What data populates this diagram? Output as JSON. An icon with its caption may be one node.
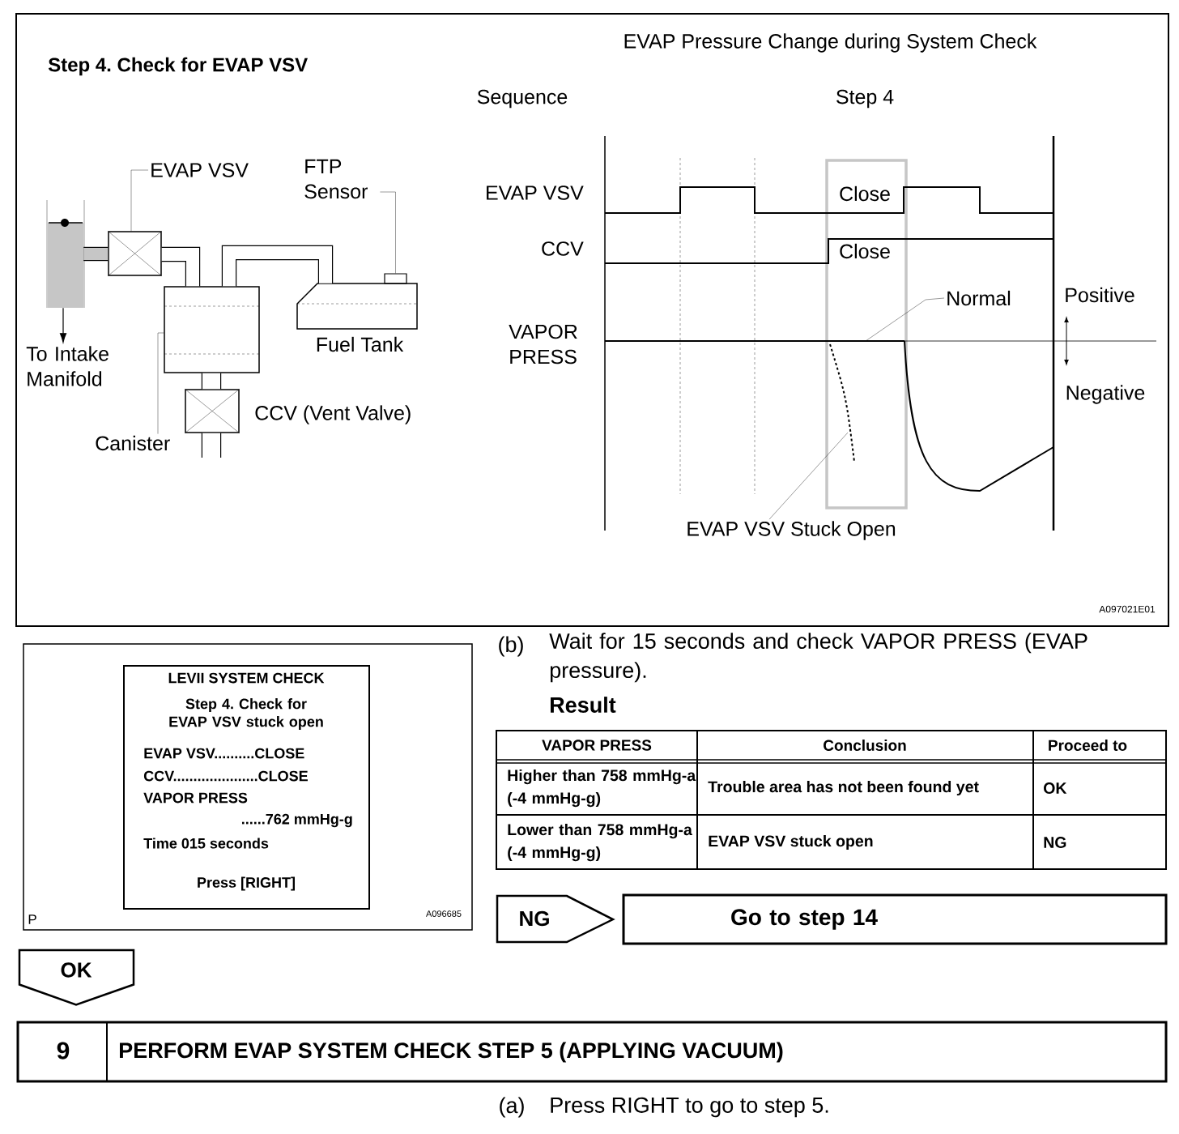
{
  "diagram": {
    "nodes": [
      {
        "text": [
          "EVAP VSV"
        ]
      },
      {
        "text": [],
        "shape": "box"
      },
      {
        "text": [],
        "shape": "box"
      },
      {
        "text": [
          "FTP Sensor"
        ]
      },
      {
        "text": [],
        "shape": "box"
      },
      {
        "text": [],
        "shape": "box"
      },
      {
        "text": [],
        "shape": "box",
        "beside": [
          "Fuel Tank"
        ]
      },
      {
        "text": [
          "To Intake Manifold"
        ]
      },
      {
        "text": [
          "Canister"
        ]
      },
      {
        "text": [],
        "shape": "box",
        "beside": [
          "CCV (Vent Valve)"
        ]
      },
      {
        "text": [
          "Normal"
        ]
      },
      {
        "text": [
          "EVAP VSV Stuck Open"
        ]
      },
      {
        "text": [
          "LEVII SYSTEM CHECK",
          "Step 4. Check for EVAP VSV stuck open",
          "EVAP VSV..........CLOSE",
          "CCV.....................CLOSE",
          "VAPOR PRESS",
          "......762 mmHg-g",
          "Time 015 seconds",
          "Press [RIGHT]"
        ]
      },
      {
        "text": [
          "NG"
        ]
      },
      {
        "text": [
          "Go to step 14"
        ]
      },
      {
        "text": [
          "9",
          "PERFORM EVAP SYSTEM CHECK STEP 5 (APPLYING VACUUM)"
        ]
      }
    ],
    "edges": [
      {
        "from": 0,
        "to": 2,
        "arrow": "none"
      },
      {
        "from": 3,
        "to": 4,
        "arrow": "none"
      },
      {
        "from": 8,
        "to": 5,
        "arrow": "none"
      },
      {
        "from": 10,
        "to": null,
        "arrow": "none"
      },
      {
        "from": 11,
        "to": null,
        "arrow": "none"
      },
      {
        "from": 1,
        "to": 7,
        "arrow": "to"
      },
      {
        "from": 1,
        "to": 2,
        "arrow": "none",
        "style": "thick"
      },
      {
        "from": 2,
        "to": 5,
        "arrow": "none",
        "style": "thick"
      },
      {
        "from": 5,
        "to": 6,
        "arrow": "none",
        "style": "thick"
      },
      {
        "from": 5,
        "to": 9,
        "arrow": "none",
        "style": "thick"
      },
      {
        "from": 9,
        "to": null,
        "arrow": "none",
        "style": "thick"
      },
      {
        "from": 12,
        "to": 15,
        "arrow": "none",
        "label": "OK"
      }
    ],
    "labels": [
      "Step 4. Check for EVAP VSV",
      "EVAP Pressure Change during System Check",
      "Sequence",
      "Step 4",
      "EVAP VSV",
      "Close",
      "CCV",
      "Close",
      "VAPOR PRESS",
      "Positive",
      "Negative",
      "A097021E01",
      "(b)",
      "Wait for 15 seconds and check VAPOR PRESS (EVAP pressure).",
      "Result",
      "VAPOR PRESS",
      "Conclusion",
      "Proceed to",
      "Higher than 758 mmHg-a (-4 mmHg-g)",
      "Trouble area has not been found yet",
      "OK",
      "Lower than 758 mmHg-a (-4 mmHg-g)",
      "EVAP VSV stuck open",
      "NG",
      "P",
      "A096685",
      "(a)",
      "Press RIGHT to go to step 5."
    ]
  }
}
